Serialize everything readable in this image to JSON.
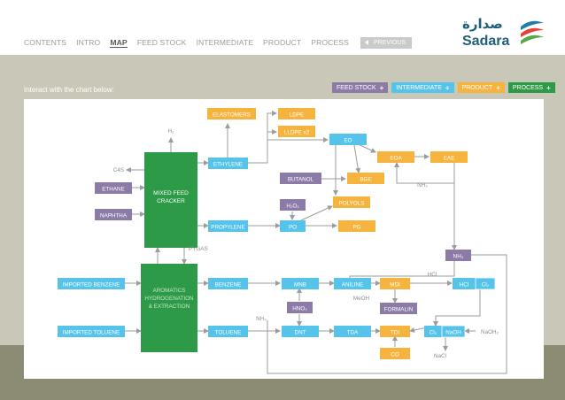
{
  "nav": {
    "items": [
      "CONTENTS",
      "INTRO",
      "MAP",
      "FEED STOCK",
      "INTERMEDIATE",
      "PRODUCT",
      "PROCESS"
    ],
    "active": "MAP",
    "previous_label": "PREVIOUS"
  },
  "logo": {
    "arabic": "صدارة",
    "english": "Sadara"
  },
  "instructions": "Interact with the chart below:",
  "filters": [
    {
      "label": "FEED STOCK",
      "color": "#8c7ba6"
    },
    {
      "label": "INTERMEDIATE",
      "color": "#56c3ea"
    },
    {
      "label": "PRODUCT",
      "color": "#f6b43f"
    },
    {
      "label": "PROCESS",
      "color": "#2d9a47"
    }
  ],
  "colors": {
    "feedstock": "#8c7ba6",
    "intermediate": "#56c3ea",
    "product": "#f6b43f",
    "process": "#2d9a47",
    "line": "#9a9c9e",
    "band": "#c9c8b8",
    "bottom": "#8c8b74",
    "logo": "#1f5f7a"
  },
  "nodes": {
    "elastomers": "ELASTOMERS",
    "ldpe": "LDPE",
    "lldpe": "LLDPE x2",
    "eo": "EO",
    "ethylene": "ETHYLENE",
    "eoa": "EOA",
    "eae": "EAE",
    "butanol": "BUTANOL",
    "bge": "BGE",
    "ethane": "ETHANE",
    "naphtha": "NAPHTHA",
    "mixed_feed_cracker_line1": "MIXED FEED",
    "mixed_feed_cracker_line2": "CRACKER",
    "h2o2": "H₂O₂",
    "polyols": "POLYOLS",
    "propylene": "PROPYLENE",
    "po": "PO",
    "pg": "PG",
    "nh3_box": "NH₃",
    "imported_benzene": "IMPORTED BENZENE",
    "aromatics_line1": "AROMATICS",
    "aromatics_line2": "HYDROGENATION",
    "aromatics_line3": "& EXTRACTION",
    "benzene": "BENZENE",
    "mnb": "MNB",
    "aniline": "ANILINE",
    "mdi": "MDI",
    "hcl_box": "HCl",
    "cl2_box": "Cl₂",
    "hno3": "HNO₃",
    "formalin": "FORMALIN",
    "imported_toluene": "IMPORTED TOLUENE",
    "toluene": "TOLUENE",
    "dnt": "DNT",
    "tda": "TDA",
    "tdi": "TDI",
    "cl2_naoh_cl2": "Cl₂",
    "naoh_box": "NaOH",
    "co": "CO"
  },
  "labels": {
    "h2": "H₂",
    "c4s": "C4S",
    "nh3_upper": "NH₃",
    "pygas": "PYGAS",
    "hcl": "HCl",
    "meoh": "MeOH",
    "nh3_lower": "NH₃",
    "naoh_text": "NaOH₂",
    "nacl": "NaCl"
  }
}
